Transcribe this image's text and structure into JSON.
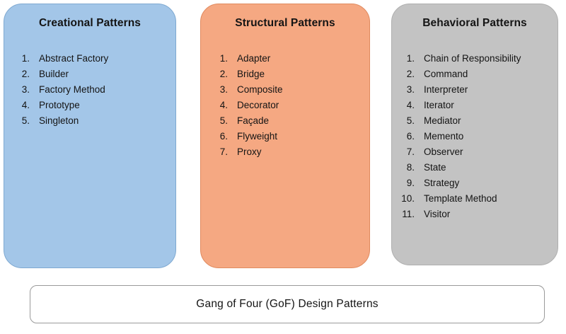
{
  "diagram": {
    "title": "Gang of Four (GoF) Design Patterns",
    "colors": {
      "creational": "#A3C6E8",
      "structural": "#F5A882",
      "behavioral": "#C3C3C3",
      "text": "#141414",
      "footer_border": "#9A9A9A"
    },
    "categories": [
      {
        "id": "creational",
        "title": "Creational Patterns",
        "items": [
          {
            "number": "1.",
            "label": "Abstract Factory"
          },
          {
            "number": "2.",
            "label": "Builder"
          },
          {
            "number": "3.",
            "label": "Factory Method"
          },
          {
            "number": "4.",
            "label": "Prototype"
          },
          {
            "number": "5.",
            "label": "Singleton"
          }
        ]
      },
      {
        "id": "structural",
        "title": "Structural Patterns",
        "items": [
          {
            "number": "1.",
            "label": "Adapter"
          },
          {
            "number": "2.",
            "label": "Bridge"
          },
          {
            "number": "3.",
            "label": "Composite"
          },
          {
            "number": "4.",
            "label": "Decorator"
          },
          {
            "number": "5.",
            "label": "Façade"
          },
          {
            "number": "6.",
            "label": "Flyweight"
          },
          {
            "number": "7.",
            "label": "Proxy"
          }
        ]
      },
      {
        "id": "behavioral",
        "title": "Behavioral Patterns",
        "items": [
          {
            "number": "1.",
            "label": "Chain of Responsibility"
          },
          {
            "number": "2.",
            "label": "Command"
          },
          {
            "number": "3.",
            "label": "Interpreter"
          },
          {
            "number": "4.",
            "label": "Iterator"
          },
          {
            "number": "5.",
            "label": "Mediator"
          },
          {
            "number": "6.",
            "label": "Memento"
          },
          {
            "number": "7.",
            "label": "Observer"
          },
          {
            "number": "8.",
            "label": "State"
          },
          {
            "number": "9.",
            "label": "Strategy"
          },
          {
            "number": "10.",
            "label": "Template Method"
          },
          {
            "number": "11.",
            "label": "Visitor"
          }
        ]
      }
    ]
  }
}
